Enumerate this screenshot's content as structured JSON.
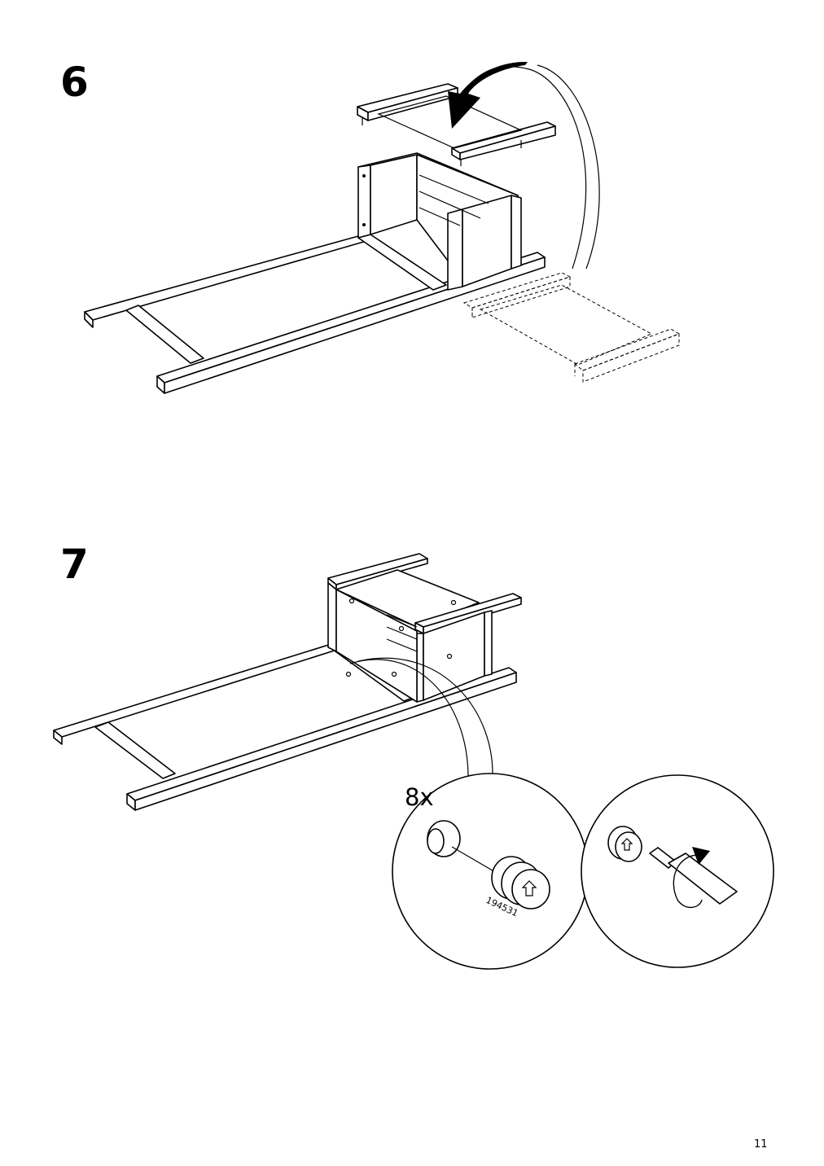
{
  "steps": [
    {
      "number": "6"
    },
    {
      "number": "7",
      "quantity_label": "8x",
      "part_number": "194531"
    }
  ],
  "page": {
    "number": "11"
  }
}
